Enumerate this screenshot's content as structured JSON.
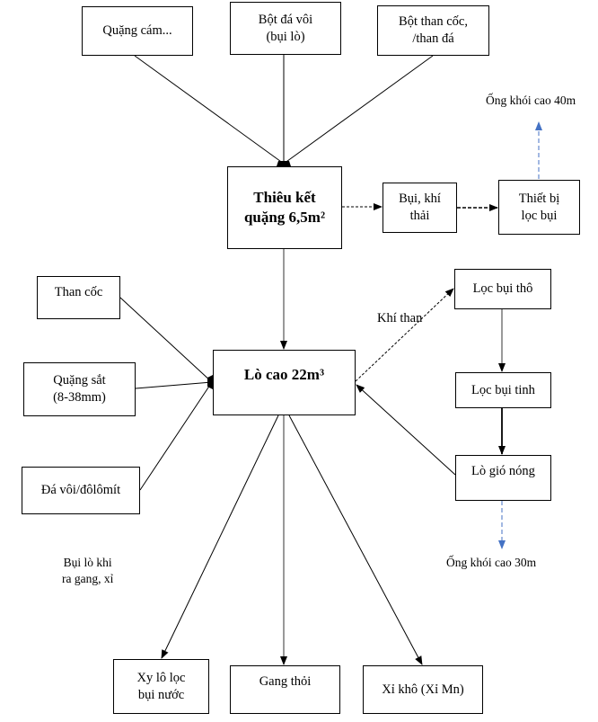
{
  "nodes": {
    "quang_cam": "Quặng cám...",
    "bot_da_voi": "Bột đá vôi\n(bụi lò)",
    "bot_than_coc": "Bột than cốc,\n/than đá",
    "thieu_ket": "Thiêu kết\nquặng 6,5m²",
    "bui_khi_thai": "Bụi, khí\nthải",
    "thiet_bi_loc_bui": "Thiết bị\nlọc bụi",
    "than_coc": "Than cốc",
    "quang_sat": "Quặng sắt\n(8-38mm)",
    "da_voi_dolomit": "Đá vôi/đôlômít",
    "lo_cao": "Lò cao 22m³",
    "loc_bui_tho": "Lọc bụi thô",
    "loc_bui_tinh": "Lọc bụi tinh",
    "lo_gio_nong": "Lò gió nóng",
    "xy_lo": "Xy lô lọc\nbụi nước",
    "gang_thoi": "Gang thỏi",
    "xi_kho": "Xỉ khô (Xỉ Mn)"
  },
  "labels": {
    "ong_khoi_40": "Ống khói cao 40m",
    "ong_khoi_30": "Ống khói cao 30m",
    "khi_than": "Khí than",
    "bui_lo_ra_gang": "Bụi lò khi\nra gang, xỉ"
  },
  "colors": {
    "line": "#000000",
    "stack_arrow": "#4472c4"
  }
}
